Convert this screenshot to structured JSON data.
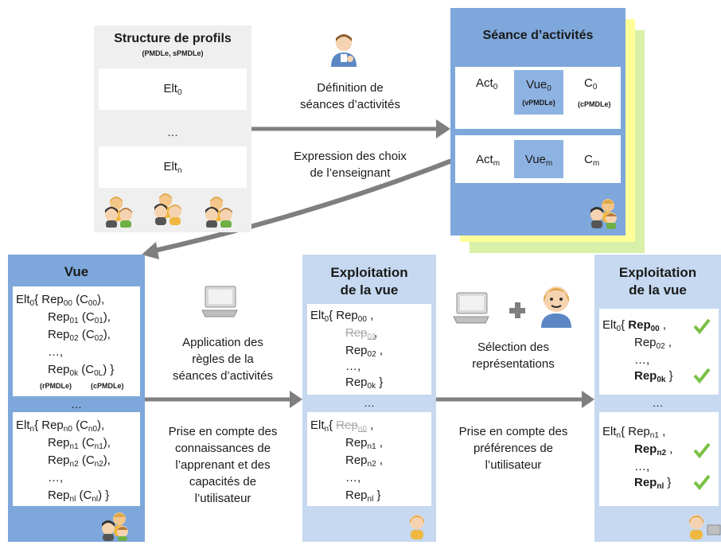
{
  "colors": {
    "panel_blue": "#7ea7db",
    "panel_light_blue": "#c6d9f0",
    "box_blue": "#8db3e2",
    "panel_gray": "#efefef",
    "shadow_yellow": "#ffff99",
    "shadow_green": "#d8f0a8",
    "arrow_gray": "#7f7f7f",
    "check_green": "#7ac143"
  },
  "structure": {
    "title": "Structure de profils",
    "subtitle": "(PMDLe, sPMDLe)",
    "elt0": "Elt",
    "elt0_sub": "0",
    "dots": "…",
    "eltn": "Elt",
    "eltn_sub": "n"
  },
  "seance": {
    "title": "Séance d’activités",
    "act0": "Act",
    "act0_sub": "0",
    "vue0": "Vue",
    "vue0_sub": "0",
    "vue0_tag": "(vPMDLe)",
    "c0": "C",
    "c0_sub": "0",
    "c0_tag": "(cPMDLe)",
    "actm": "Act",
    "actm_sub": "m",
    "vuem": "Vue",
    "vuem_sub": "m",
    "cm": "C",
    "cm_sub": "m"
  },
  "arrow_labels": {
    "definition": [
      "Définition de",
      "séances d’activités"
    ],
    "expression": [
      "Expression des choix",
      "de l’enseignant"
    ],
    "application": [
      "Application des",
      "règles de la",
      "séances d’activités"
    ],
    "prise_apprenant": [
      "Prise en compte des",
      "connaissances de",
      "l’apprenant et des",
      "capacités de",
      "l’utilisateur"
    ],
    "selection": [
      "Sélection des",
      "représentations"
    ],
    "prise_pref": [
      "Prise en compte des",
      "préférences de",
      "l’utilisateur"
    ]
  },
  "vue_panel": {
    "title": "Vue",
    "top_lines": [
      [
        "Elt",
        "0",
        "{ Rep",
        "00",
        " (C",
        "00",
        "),"
      ],
      [
        "",
        "",
        "Rep",
        "01",
        " (C",
        "01",
        "),"
      ],
      [
        "",
        "",
        "Rep",
        "02",
        " (C",
        "02",
        "),"
      ],
      [
        "",
        "",
        "…,",
        "",
        "",
        "",
        ""
      ],
      [
        "",
        "",
        "Rep",
        "0k",
        " (C",
        "0L",
        ")  }"
      ]
    ],
    "tag_left": "(rPMDLe)",
    "tag_right": "(cPMDLe)",
    "dots": "…",
    "bottom_lines": [
      [
        "Elt",
        "n",
        "{ Rep",
        "n0",
        " (C",
        "n0",
        "),"
      ],
      [
        "",
        "",
        "Rep",
        "n1",
        " (C",
        "n1",
        "),"
      ],
      [
        "",
        "",
        "Rep",
        "n2",
        " (C",
        "n2",
        "),"
      ],
      [
        "",
        "",
        "…,",
        "",
        "",
        "",
        ""
      ],
      [
        "",
        "",
        "Rep",
        "nl",
        " (C",
        "nl",
        ")  }"
      ]
    ]
  },
  "exploit1": {
    "title_line1": "Exploitation",
    "title_line2": "de la vue",
    "dots": "…"
  },
  "exploit2": {
    "title_line1": "Exploitation",
    "title_line2": "de la vue",
    "dots": "…"
  }
}
